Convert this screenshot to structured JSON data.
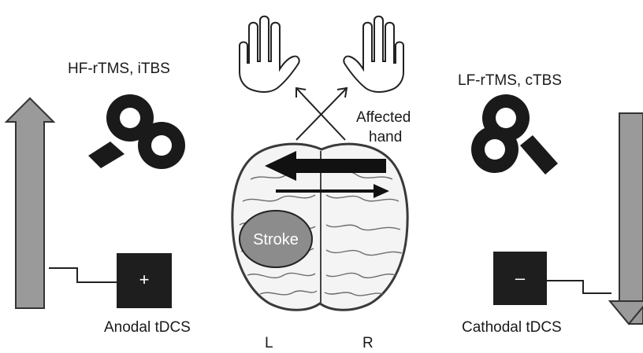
{
  "labels": {
    "left_stim": "HF-rTMS, iTBS",
    "right_stim": "LF-rTMS, cTBS",
    "affected_line1": "Affected",
    "affected_line2": "hand",
    "anodal": "Anodal tDCS",
    "cathodal": "Cathodal tDCS",
    "hemisphere_left": "L",
    "hemisphere_right": "R",
    "stroke": "Stroke",
    "plus": "+",
    "minus": "–"
  },
  "colors": {
    "arrow_gray": "#9a9a9a",
    "coil_black": "#1a1a1a",
    "stroke_gray": "#8c8c8c",
    "electrode_black": "#1e1e1e"
  },
  "icons": [
    "hand-icon",
    "tms-coil-icon",
    "brain-icon",
    "electrode-icon"
  ]
}
